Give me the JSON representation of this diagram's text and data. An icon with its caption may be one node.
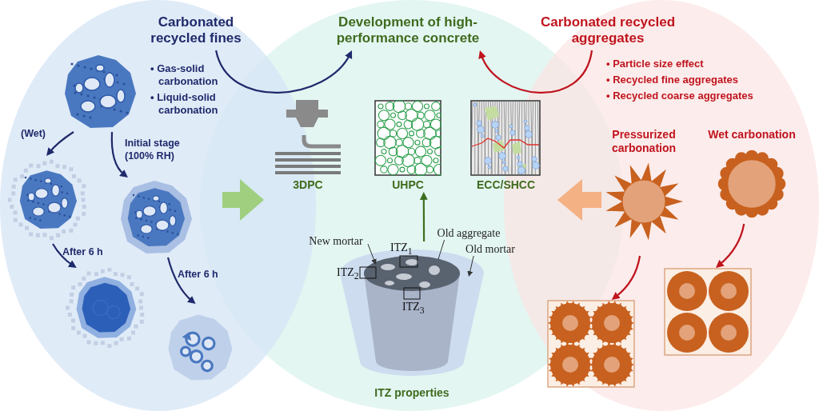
{
  "diagram": {
    "nodes": [
      {
        "text": [
          "Carbonated recycled fines"
        ]
      },
      {
        "text": [
          "Development of high-performance concrete"
        ]
      },
      {
        "text": [
          "Carbonated recycled aggregates"
        ]
      },
      {
        "text": [],
        "shape": "picture"
      },
      {
        "text": [],
        "shape": "picture"
      },
      {
        "text": [],
        "shape": "picture"
      },
      {
        "text": [],
        "shape": "picture"
      },
      {
        "text": [],
        "shape": "picture"
      },
      {
        "text": [
          "3DPC"
        ]
      },
      {
        "text": [
          "UHPC"
        ]
      },
      {
        "text": [
          "ECC/SHCC"
        ]
      },
      {
        "text": [
          "ITZ properties"
        ]
      },
      {
        "text": [
          "New mortar"
        ]
      },
      {
        "text": [
          "Old aggregate"
        ]
      },
      {
        "text": [
          "Old mortar"
        ]
      },
      {
        "text": [
          "Pressurized carbonation"
        ]
      },
      {
        "text": [
          "Wet carbonation"
        ]
      },
      {
        "text": [],
        "shape": "picture"
      },
      {
        "text": [],
        "shape": "picture"
      }
    ],
    "edges": [
      {
        "from": 0,
        "to": 1,
        "arrow": "to"
      },
      {
        "from": 2,
        "to": 1,
        "arrow": "to",
        "color": "#c0141e"
      },
      {
        "from": 3,
        "to": 4,
        "arrow": "to",
        "label": "(Wet)"
      },
      {
        "from": 3,
        "to": 5,
        "arrow": "to",
        "label": "Initial stage (100% RH)"
      },
      {
        "from": 4,
        "to": 6,
        "arrow": "to",
        "label": "After 6 h"
      },
      {
        "from": 5,
        "to": 7,
        "arrow": "to",
        "label": "After 6 h"
      },
      {
        "from": 11,
        "to": 9,
        "arrow": "to",
        "color": "#3c6e1f"
      },
      {
        "from": 15,
        "to": 17,
        "arrow": "to",
        "color": "#c0141e"
      },
      {
        "from": 16,
        "to": 18,
        "arrow": "to",
        "color": "#c0141e"
      },
      {
        "from": 12,
        "to": 11,
        "arrow": "to",
        "color": "#333333"
      },
      {
        "from": 13,
        "to": 11,
        "arrow": "none",
        "color": "#333333"
      },
      {
        "from": 14,
        "to": 11,
        "arrow": "to",
        "color": "#333333"
      }
    ],
    "labels": [
      "• Gas-solid carbonation",
      "• Liquid-solid carbonation",
      "• Particle size effect",
      "• Recycled fine aggregates",
      "• Recycled coarse aggregates",
      "ITZ$_{1}$",
      "ITZ$_{2}$",
      "ITZ$_{3}$"
    ]
  }
}
